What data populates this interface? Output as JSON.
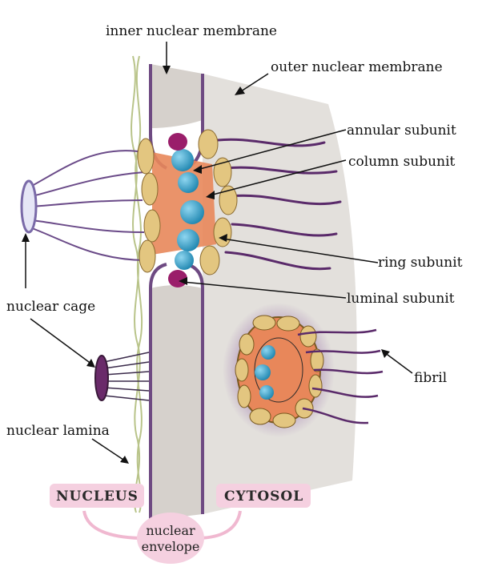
{
  "labels": {
    "inner_nuclear_membrane": "inner nuclear membrane",
    "outer_nuclear_membrane": "outer nuclear membrane",
    "annular_subunit": "annular subunit",
    "column_subunit": "column subunit",
    "ring_subunit": "ring subunit",
    "luminal_subunit": "luminal subunit",
    "nuclear_cage": "nuclear cage",
    "fibril": "fibril",
    "nuclear_lamina": "nuclear lamina",
    "nucleus": "NUCLEUS",
    "cytosol": "CYTOSOL",
    "nuclear_envelope_line1": "nuclear",
    "nuclear_envelope_line2": "envelope"
  },
  "colors": {
    "membrane_fill": "#dedad6",
    "membrane_edge": "#6e4a82",
    "fibril": "#5a2a6a",
    "annular": "#e3c680",
    "column": "#e8875a",
    "blue_subunit": "#2a9ec8",
    "luminal": "#9a1e6a",
    "label_bg": "#f5d0e0",
    "lamina": "#b9c48a"
  }
}
